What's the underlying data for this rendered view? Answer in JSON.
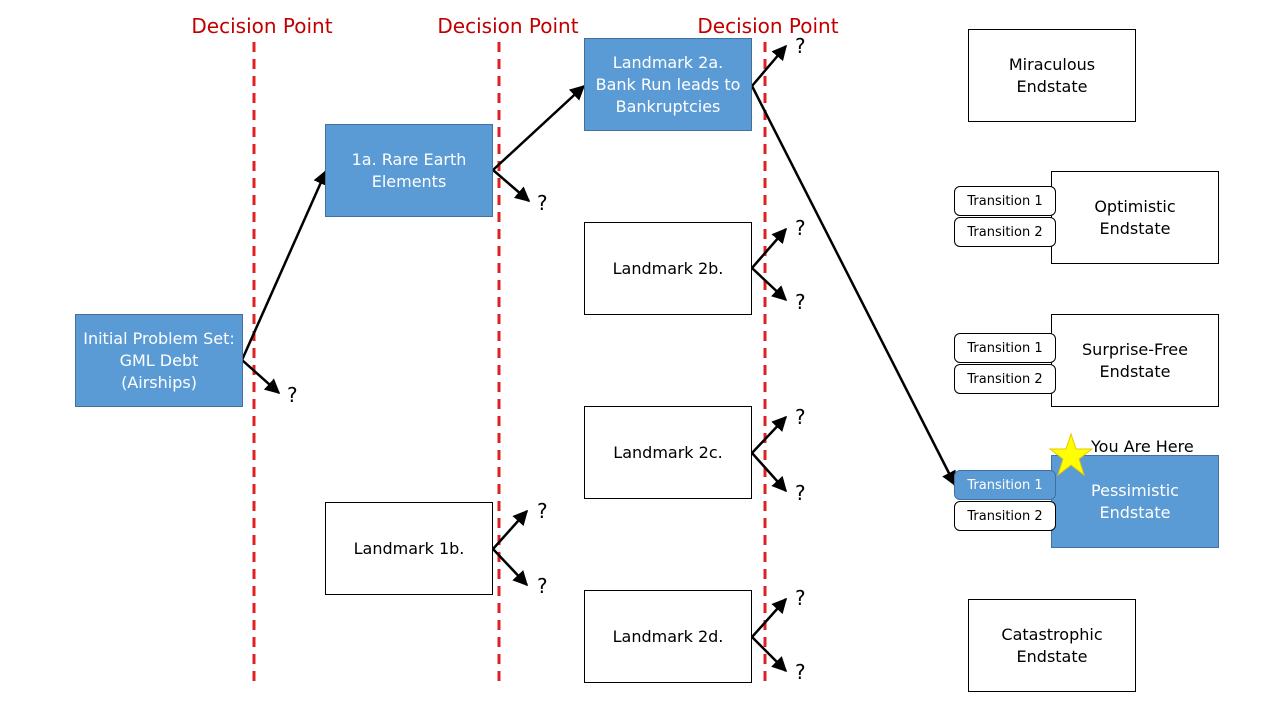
{
  "decision_points": [
    "Decision Point",
    "Decision Point",
    "Decision Point"
  ],
  "boxes": {
    "initial": "Initial Problem Set:\nGML Debt\n(Airships)",
    "l1a": "1a. Rare Earth\nElements",
    "l1b": "Landmark 1b.",
    "l2a": "Landmark 2a.\nBank Run leads to\nBankruptcies",
    "l2b": "Landmark 2b.",
    "l2c": "Landmark 2c.",
    "l2d": "Landmark 2d."
  },
  "endstates": {
    "miraculous": "Miraculous\nEndstate",
    "optimistic": "Optimistic\nEndstate",
    "surprise_free": "Surprise-Free\nEndstate",
    "pessimistic": "Pessimistic\nEndstate",
    "catastrophic": "Catastrophic\nEndstate"
  },
  "transitions": {
    "t1": "Transition 1",
    "t2": "Transition 2"
  },
  "question_mark": "?",
  "you_are_here": "You Are Here",
  "colors": {
    "highlight": "#5b9bd5",
    "decision_line": "#e02020",
    "decision_label": "#c00000",
    "star": "#ffff00"
  }
}
